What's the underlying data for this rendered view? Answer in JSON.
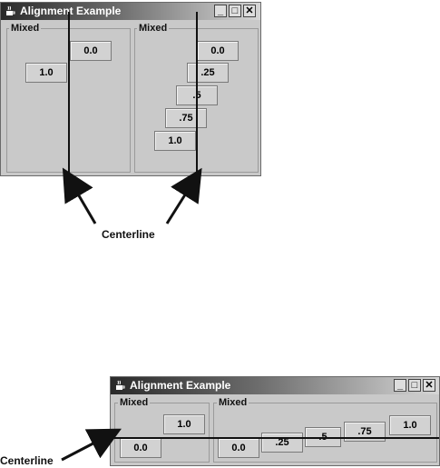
{
  "top_window": {
    "title": "Alignment Example",
    "controls": {
      "minimize": "_",
      "maximize": "□",
      "close": "✕"
    },
    "left_panel": {
      "label": "Mixed",
      "buttons": [
        "0.0",
        "1.0"
      ]
    },
    "right_panel": {
      "label": "Mixed",
      "buttons": [
        "0.0",
        ".25",
        ".5",
        ".75",
        "1.0"
      ]
    }
  },
  "top_caption": "Centerline",
  "bottom_window": {
    "title": "Alignment Example",
    "controls": {
      "minimize": "_",
      "maximize": "□",
      "close": "✕"
    },
    "left_panel": {
      "label": "Mixed",
      "buttons": [
        "1.0",
        "0.0"
      ]
    },
    "right_panel": {
      "label": "Mixed",
      "buttons": [
        "0.0",
        ".25",
        ".5",
        ".75",
        "1.0"
      ]
    }
  },
  "bottom_caption": "Centerline",
  "icons": {
    "app": "java-cup-icon",
    "arrow": "arrow-icon"
  }
}
